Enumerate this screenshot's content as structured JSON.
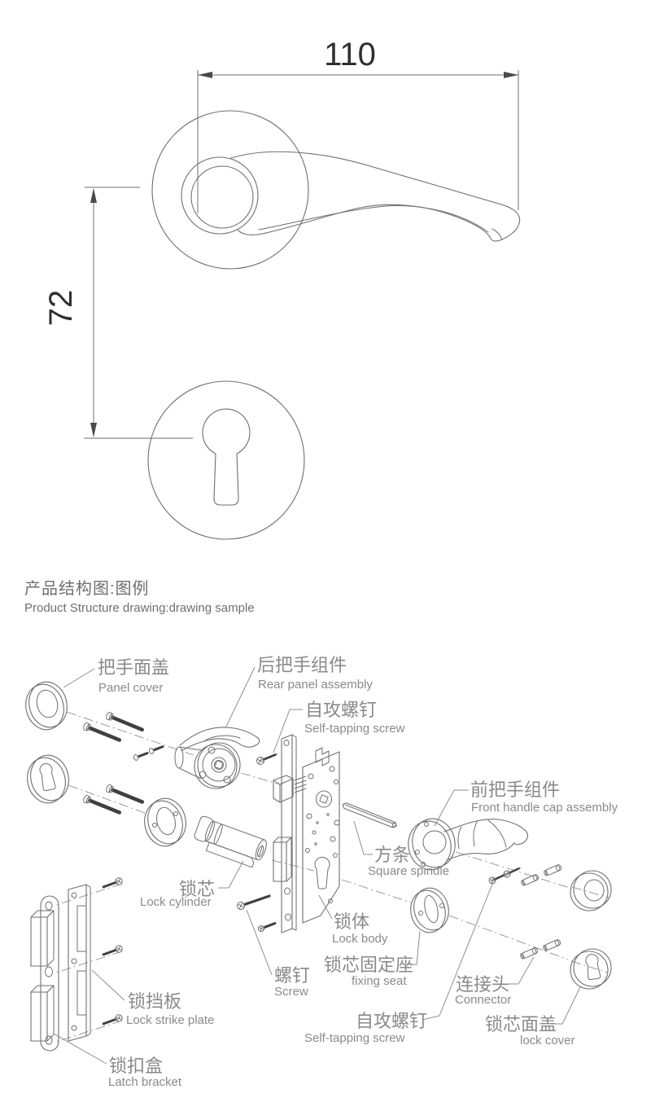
{
  "page": {
    "background": "#ffffff",
    "line_color": "#6f6f6f",
    "label_color": "#8a8a8a",
    "dim_text_color": "#2f2f2f"
  },
  "dimension_drawing": {
    "width_dim": "110",
    "height_dim": "72",
    "parts": [
      "lever-handle-on-rose",
      "keyhole-escutcheon"
    ]
  },
  "title": {
    "zh": "产品结构图:图例",
    "en": "Product Structure drawing:drawing sample"
  },
  "exploded_view": {
    "labels": [
      {
        "id": "panel-cover",
        "zh": "把手面盖",
        "en": "Panel  cover"
      },
      {
        "id": "rear-panel-assembly",
        "zh": "后把手组件",
        "en": "Rear panel assembly"
      },
      {
        "id": "self-tapping-screw-top",
        "zh": "自攻螺钉",
        "en": "Self-tapping screw"
      },
      {
        "id": "front-handle-cap-assembly",
        "zh": "前把手组件",
        "en": "Front handle cap assembly"
      },
      {
        "id": "square-spindle",
        "zh": "方条",
        "en": "Square spindle"
      },
      {
        "id": "lock-cylinder",
        "zh": "锁芯",
        "en": "Lock cylinder"
      },
      {
        "id": "lock-body",
        "zh": "锁体",
        "en": "Lock body"
      },
      {
        "id": "screw",
        "zh": "螺钉",
        "en": "Screw"
      },
      {
        "id": "fixing-seat",
        "zh": "锁芯固定座",
        "en": "fixing seat"
      },
      {
        "id": "connector",
        "zh": "连接头",
        "en": "Connector"
      },
      {
        "id": "lock-strike-plate",
        "zh": "锁挡板",
        "en": "Lock strike plate"
      },
      {
        "id": "self-tapping-screw-bottom",
        "zh": "自攻螺钉",
        "en": "Self-tapping screw"
      },
      {
        "id": "lock-cover",
        "zh": "锁芯面盖",
        "en": "lock cover"
      },
      {
        "id": "latch-bracket",
        "zh": "锁扣盒",
        "en": "Latch bracket"
      }
    ]
  }
}
